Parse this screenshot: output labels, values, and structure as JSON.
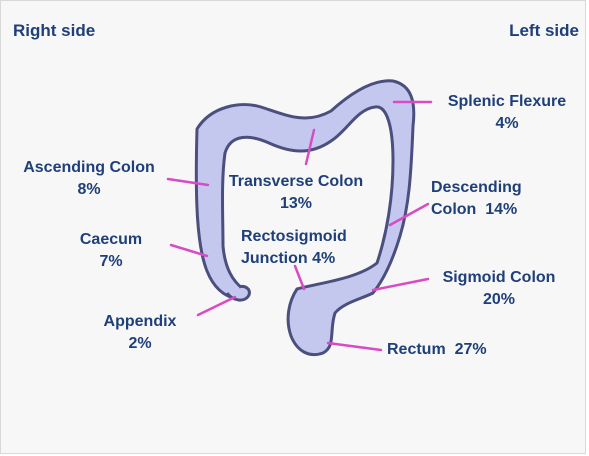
{
  "header": {
    "right_side": "Right side",
    "left_side": "Left side"
  },
  "segments": {
    "ascending": {
      "name": "Ascending Colon",
      "pct": "8%"
    },
    "caecum": {
      "name": "Caecum",
      "pct": "7%"
    },
    "appendix": {
      "name": "Appendix",
      "pct": "2%"
    },
    "transverse": {
      "name": "Transverse Colon",
      "pct": "13%"
    },
    "rectosigmoid": {
      "name_line1": "Rectosigmoid",
      "name_line2": "Junction",
      "pct": "4%"
    },
    "splenic": {
      "name": "Splenic Flexure",
      "pct": "4%"
    },
    "descending": {
      "name_line1": "Descending",
      "name_line2": "Colon",
      "pct": "14%"
    },
    "sigmoid": {
      "name": "Sigmoid Colon",
      "pct": "20%"
    },
    "rectum": {
      "name": "Rectum",
      "pct": "27%"
    }
  },
  "colors": {
    "text": "#1f3f7a",
    "colon_fill": "#c5c8ee",
    "colon_outline": "#4a4f7e",
    "pointer": "#d84bc4"
  }
}
